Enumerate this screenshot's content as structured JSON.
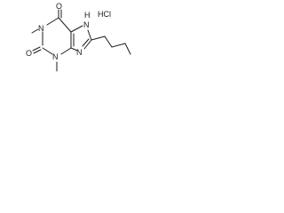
{
  "molecule": {
    "atoms": {
      "o_top": "O",
      "nh": "H",
      "nh_n": "N",
      "n_left": "N",
      "o_left": "O",
      "n_bottom": "N",
      "n_imid": "N"
    },
    "salt": "HCl"
  }
}
